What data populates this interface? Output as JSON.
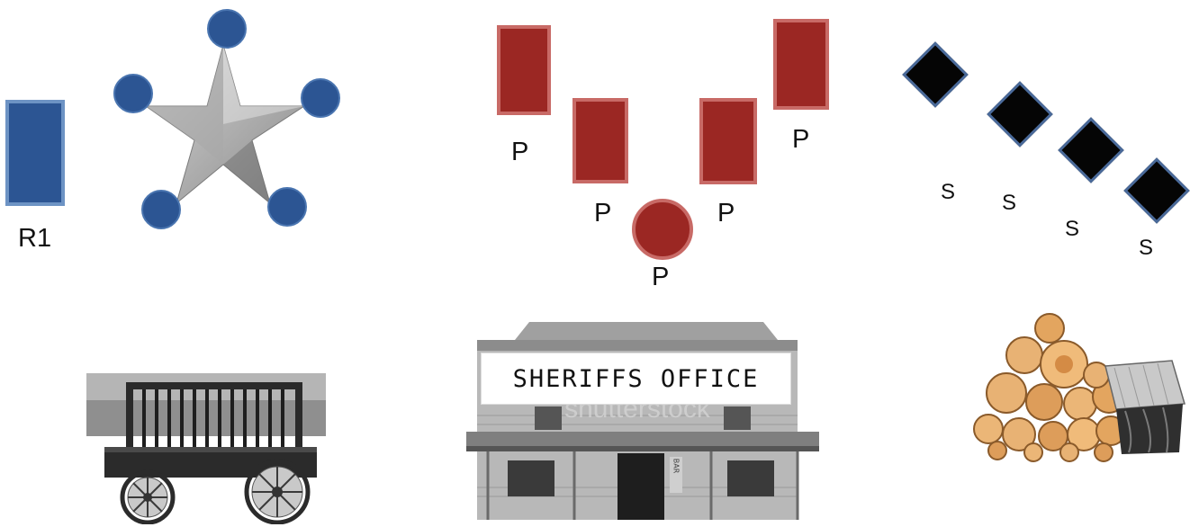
{
  "labels": {
    "r1": "R1",
    "p_top_left": "P",
    "p_mid_left": "P",
    "p_mid_right": "P",
    "p_top_right": "P",
    "p_bottom": "P",
    "s1": "S",
    "s2": "S",
    "s3": "S",
    "s4": "S"
  },
  "office": {
    "sign": "SHERIFFS OFFICE",
    "door_sign": "BAR",
    "watermark": "shutterstock"
  },
  "colors": {
    "blue": "#2c5593",
    "red": "#9b2723",
    "diamond": "#050505"
  }
}
